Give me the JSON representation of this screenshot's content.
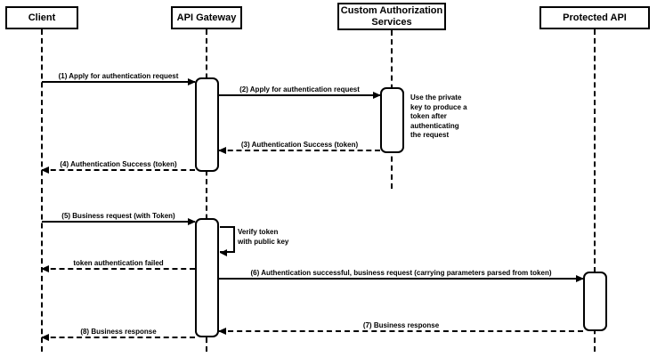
{
  "diagram": {
    "type": "sequence-diagram",
    "background_color": "#ffffff",
    "line_color": "#000000",
    "actors": [
      {
        "id": "client",
        "label": "Client"
      },
      {
        "id": "api-gateway",
        "label": "API Gateway"
      },
      {
        "id": "custom-authorization-services",
        "label": "Custom Authorization\nServices"
      },
      {
        "id": "protected-api",
        "label": "Protected API"
      }
    ],
    "messages": [
      {
        "text": "(1) Apply for authentication request",
        "from": "Client",
        "to": "API Gateway",
        "style": "solid"
      },
      {
        "text": "(2) Apply for authentication request",
        "from": "API Gateway",
        "to": "Custom Authorization Services",
        "style": "solid"
      },
      {
        "text": "(3) Authentication Success (token)",
        "from": "Custom Authorization Services",
        "to": "API Gateway",
        "style": "dashed"
      },
      {
        "text": "(4) Authentication Success (token)",
        "from": "API Gateway",
        "to": "Client",
        "style": "dashed"
      },
      {
        "text": "(5) Business request (with Token)",
        "from": "Client",
        "to": "API Gateway",
        "style": "solid"
      },
      {
        "text": "Verify token\nwith public key",
        "from": "API Gateway",
        "to": "API Gateway",
        "style": "self"
      },
      {
        "text": "token authentication failed",
        "from": "API Gateway",
        "to": "Client",
        "style": "dashed"
      },
      {
        "text": "(6) Authentication successful, business request (carrying parameters parsed from token)",
        "from": "API Gateway",
        "to": "Protected API",
        "style": "solid"
      },
      {
        "text": "(7) Business response",
        "from": "Protected API",
        "to": "API Gateway",
        "style": "dashed"
      },
      {
        "text": "(8) Business response",
        "from": "API Gateway",
        "to": "Client",
        "style": "dashed"
      }
    ],
    "note": {
      "text": "Use the private\nkey to produce a\ntoken after\nauthenticating\nthe request"
    }
  }
}
